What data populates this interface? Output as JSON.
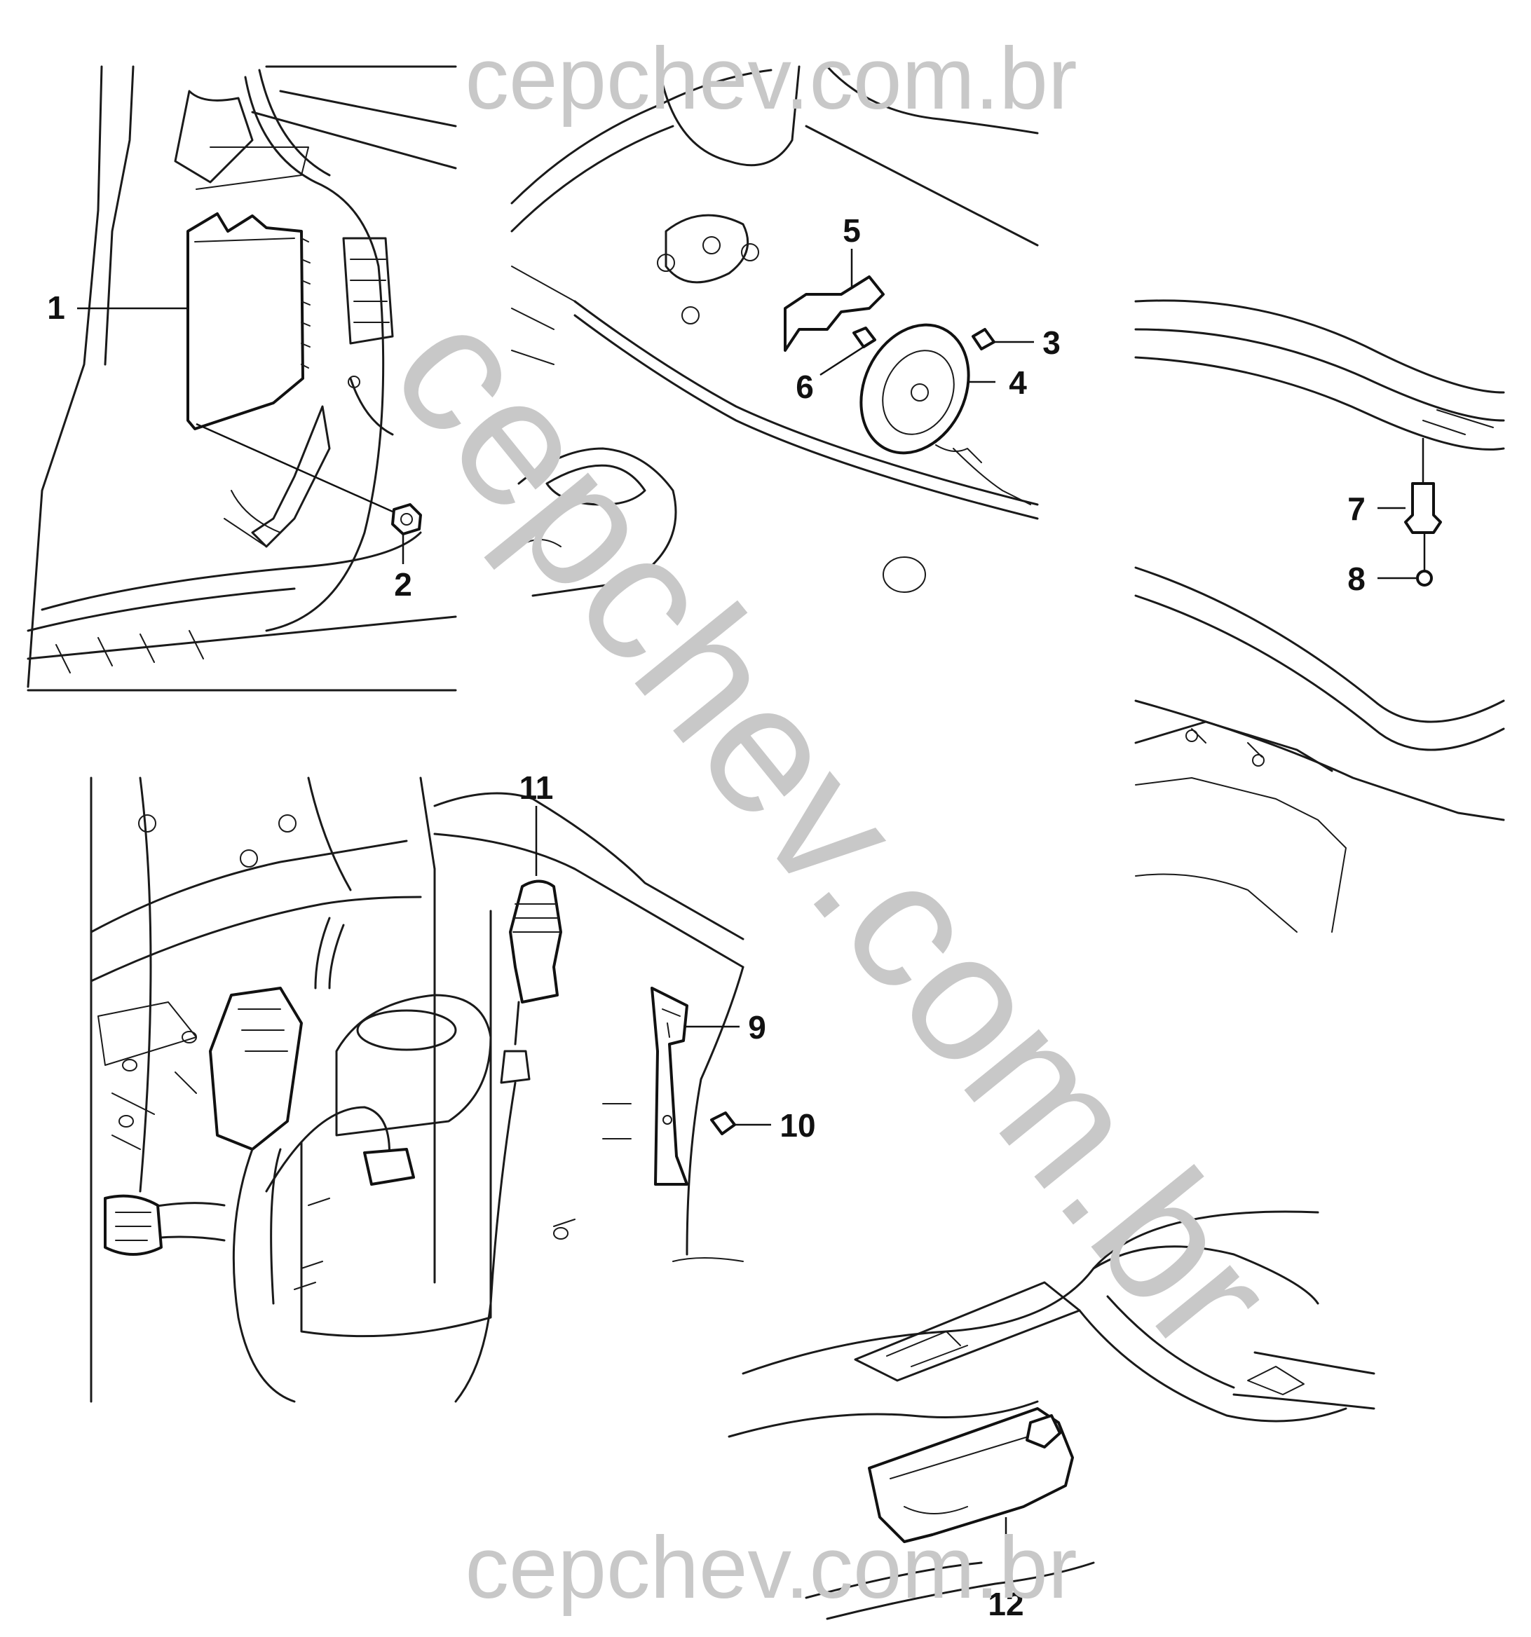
{
  "watermarks": {
    "top": "cepchev.com.br",
    "diagonal": "cepchev.com.br",
    "bottom": "cepchev.com.br"
  },
  "callouts": [
    "1",
    "2",
    "3",
    "4",
    "5",
    "6",
    "7",
    "8",
    "9",
    "10",
    "11",
    "12"
  ]
}
